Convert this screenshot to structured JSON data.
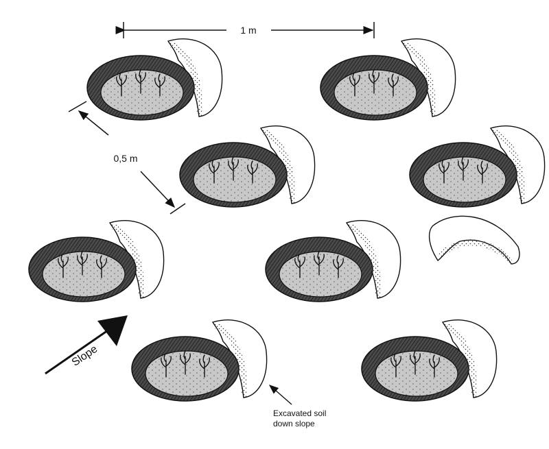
{
  "labels": {
    "width_dimension": "1 m",
    "diagonal_spacing": "0,5 m",
    "slope": "Slope",
    "soil_note_line1": "Excavated soil",
    "soil_note_line2": "down slope"
  },
  "colors": {
    "pit_rim": "#4a4a4a",
    "pit_floor": "#c8c8c8",
    "soil_mound": "#ffffff",
    "outline": "#111111"
  },
  "icons": {
    "pit": "planting-pit-icon",
    "plant": "seedling-icon",
    "soil": "soil-mound-icon"
  }
}
